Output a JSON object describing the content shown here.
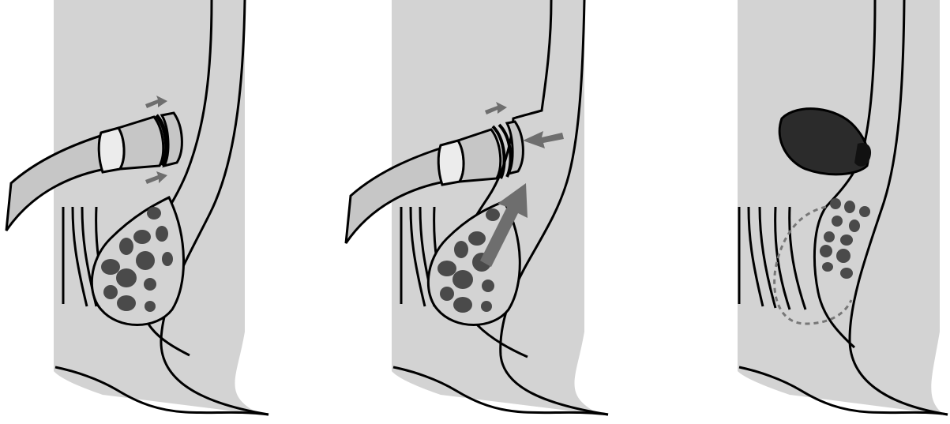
{
  "figure": {
    "panels": [
      {
        "id": "panel-1",
        "tool": "ring-cup",
        "arrows": [
          "top-small",
          "bottom-small"
        ]
      },
      {
        "id": "panel-2",
        "tool": "ring-cup",
        "arrows": [
          "top-small",
          "wall-inward",
          "large-upward"
        ]
      },
      {
        "id": "panel-3",
        "tool": "none",
        "arrows": [],
        "features": [
          "dark-seal",
          "dashed-path"
        ]
      }
    ],
    "colors": {
      "background": "#ffffff",
      "panel_fill": "#d3d3d3",
      "line": "#000000",
      "blobs": "#4a4a4a",
      "arrows": "#6e6e6e",
      "seal": "#2b2b2b",
      "tool_body": "#c6c6c6",
      "tool_collar": "#ececec"
    }
  }
}
